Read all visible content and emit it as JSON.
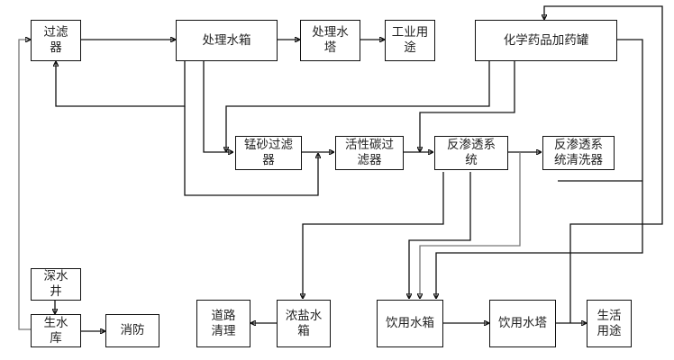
{
  "diagram": {
    "nodes": {
      "filter": "过滤\n器",
      "treated_tank": "处理水箱",
      "treated_tower": "处理水\n塔",
      "industrial_use": "工业用\n途",
      "chem_tank": "化学药品加药罐",
      "mn_sand_filter": "锰砂过滤\n器",
      "carbon_filter": "活性碳过\n滤器",
      "ro_system": "反渗透系\n统",
      "ro_cleaner": "反渗透系\n统清洗器",
      "deep_well": "深水\n井",
      "raw_reservoir": "生水\n库",
      "fire_fighting": "消防",
      "road_cleaning": "道路\n清理",
      "brine_tank": "浓盐水\n箱",
      "drinking_tank": "饮用水箱",
      "drinking_tower": "饮用水塔",
      "domestic_use": "生活\n用途"
    },
    "edges": [
      [
        "deep_well",
        "raw_reservoir"
      ],
      [
        "raw_reservoir",
        "fire_fighting"
      ],
      [
        "raw_reservoir",
        "filter"
      ],
      [
        "filter",
        "treated_tank"
      ],
      [
        "treated_tank",
        "treated_tower"
      ],
      [
        "treated_tower",
        "industrial_use"
      ],
      [
        "treated_tank",
        "filter"
      ],
      [
        "treated_tank",
        "mn_sand_filter"
      ],
      [
        "treated_tank",
        "carbon_filter"
      ],
      [
        "chem_tank",
        "mn_sand_filter"
      ],
      [
        "chem_tank",
        "ro_system"
      ],
      [
        "mn_sand_filter",
        "carbon_filter"
      ],
      [
        "carbon_filter",
        "ro_system"
      ],
      [
        "ro_system",
        "ro_cleaner"
      ],
      [
        "ro_system",
        "brine_tank"
      ],
      [
        "ro_system",
        "drinking_tank"
      ],
      [
        "ro_system",
        "drinking_tank"
      ],
      [
        "chem_tank",
        "drinking_tank"
      ],
      [
        "brine_tank",
        "road_cleaning"
      ],
      [
        "drinking_tank",
        "drinking_tower"
      ],
      [
        "drinking_tower",
        "domestic_use"
      ],
      [
        "drinking_tower",
        "chem_tank"
      ]
    ]
  }
}
